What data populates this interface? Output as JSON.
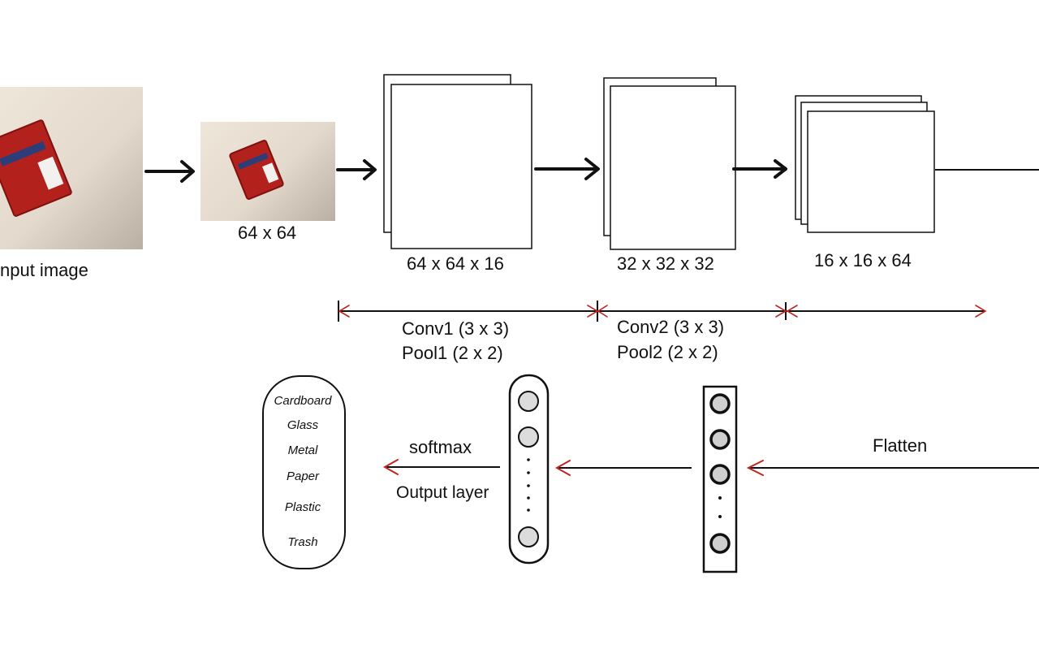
{
  "input": {
    "label": "nput image"
  },
  "resized": {
    "label": "64 x 64"
  },
  "feature_maps": [
    {
      "label": "64 x 64 x 16"
    },
    {
      "label": "32 x 32 x 32"
    },
    {
      "label": "16 x 16 x 64"
    }
  ],
  "stages": [
    {
      "conv": "Conv1 (3 x 3)",
      "pool": "Pool1 (2 x 2)"
    },
    {
      "conv": "Conv2 (3 x 3)",
      "pool": "Pool2 (2 x 2)"
    }
  ],
  "flatten_label": "Flatten",
  "softmax_label": "softmax",
  "output_label": "Output layer",
  "classes": [
    "Cardboard",
    "Glass",
    "Metal",
    "Paper",
    "Plastic",
    "Trash"
  ],
  "colors": {
    "stroke": "#111111",
    "accent_arrow": "#c0251f",
    "node_fill": "#dcdcdc",
    "wrapper_red": "#b3211c"
  }
}
